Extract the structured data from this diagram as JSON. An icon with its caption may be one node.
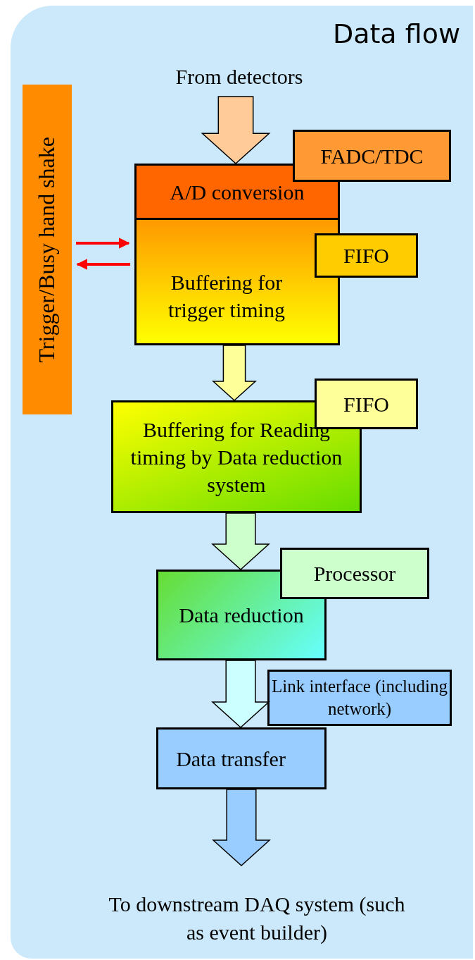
{
  "diagram": {
    "nodes": [
      {
        "text": [
          "Data flow"
        ]
      },
      {
        "text": [
          "From detectors"
        ],
        "in": 0
      },
      {
        "text": [
          "A/D conversion"
        ],
        "in": 0
      },
      {
        "text": [
          "FADC/TDC"
        ],
        "in": 0
      },
      {
        "text": [
          "Buffering for trigger timing"
        ],
        "in": 0
      },
      {
        "text": [
          "FIFO"
        ],
        "in": 0
      },
      {
        "text": [
          "Trigger/Busy hand shake"
        ],
        "in": 0
      },
      {
        "text": [
          "Buffering for Reading timing by Data reduction system"
        ],
        "in": 0
      },
      {
        "text": [
          "FIFO"
        ],
        "in": 0
      },
      {
        "text": [
          "Data reduction"
        ],
        "in": 0
      },
      {
        "text": [
          "Processor"
        ],
        "in": 0
      },
      {
        "text": [
          "Data transfer"
        ],
        "in": 0
      },
      {
        "text": [
          "Link interface (including network)"
        ],
        "in": 0
      },
      {
        "text": [
          "To downstream DAQ system (such as event builder)"
        ],
        "in": 0
      }
    ],
    "edges": [
      {
        "from": 1,
        "to": 2,
        "arrow": "to",
        "style": "thick",
        "color": "#ffcc99"
      },
      {
        "from": 6,
        "to": 4,
        "arrow": "to",
        "color": "#ff0000"
      },
      {
        "from": 4,
        "to": 6,
        "arrow": "to",
        "color": "#ff0000"
      },
      {
        "from": 4,
        "to": 7,
        "arrow": "to",
        "style": "thick",
        "color": "#ffff99"
      },
      {
        "from": 7,
        "to": 9,
        "arrow": "to",
        "style": "thick",
        "color": "#ccffcc"
      },
      {
        "from": 9,
        "to": 11,
        "arrow": "to",
        "style": "thick",
        "color": "#ccffff"
      },
      {
        "from": 11,
        "to": 13,
        "arrow": "to",
        "style": "thick",
        "color": "#99ccff"
      }
    ]
  }
}
